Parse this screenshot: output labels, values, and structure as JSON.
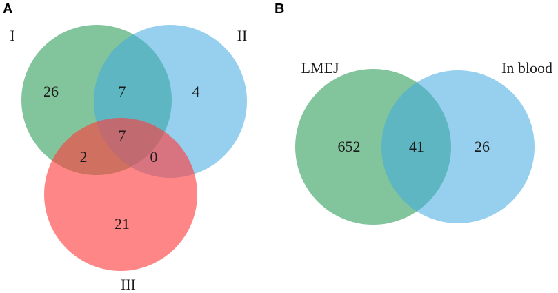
{
  "panels": {
    "a": {
      "letter": "A",
      "sets": [
        {
          "label": "I",
          "color": "#2e9e5b"
        },
        {
          "label": "II",
          "color": "#3fa9e0"
        },
        {
          "label": "III",
          "color": "#f23a3a"
        }
      ],
      "counts": {
        "only_1": "26",
        "only_2": "4",
        "only_3": "21",
        "1_2": "7",
        "1_3": "2",
        "2_3": "0",
        "1_2_3": "7"
      }
    },
    "b": {
      "letter": "B",
      "sets": [
        {
          "label": "LMEJ",
          "color": "#2e9e5b"
        },
        {
          "label": "In blood",
          "color": "#3fa9e0"
        }
      ],
      "counts": {
        "only_1": "652",
        "both": "41",
        "only_2": "26"
      }
    }
  }
}
